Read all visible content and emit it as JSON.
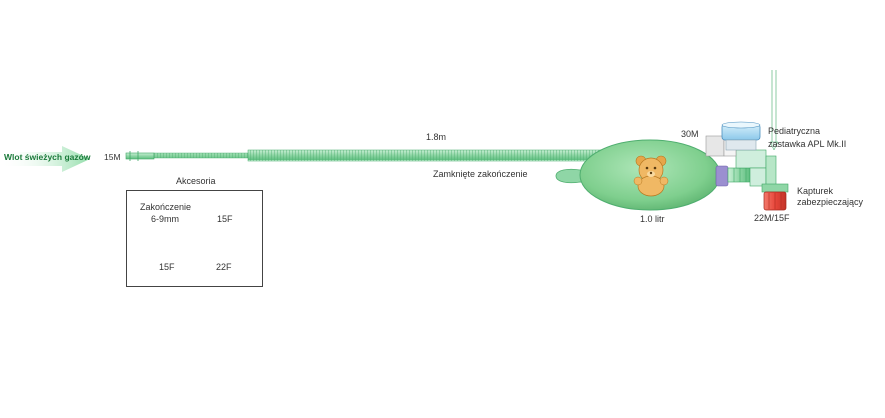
{
  "colors": {
    "tube_green": "#8fd6a6",
    "tube_green_dark": "#3fa866",
    "bag_green": "#7fcf8e",
    "valve_blue": "#a9d9f2",
    "valve_cap_red": "#e8473b",
    "connector_yellow": "#f5e58c",
    "arrow_green": "#7ed79a"
  },
  "labels": {
    "fresh_gas_inlet": "Wlot świeżych gazów",
    "port_15m": "15M",
    "tube_length": "1.8m",
    "closed_end": "Zamknięte zakończenie",
    "bag_volume": "1.0 litr",
    "port_30m": "30M",
    "apl_valve_line1": "Pediatryczna",
    "apl_valve_line2": "zastawka APL Mk.II",
    "safety_cap_line1": "Kapturek",
    "safety_cap_line2": "zabezpieczający",
    "port_22m15f": "22M/15F"
  },
  "accessories": {
    "title": "Akcesoria",
    "item1_title_line1": "Zakończenie",
    "item1_title_line2": "6-9mm",
    "item1_label": "15F",
    "item2_title": "15F",
    "item2_label": "22F"
  },
  "icons": {
    "inlet_arrow": "arrow-right-icon",
    "bag_mascot": "bear-icon"
  }
}
